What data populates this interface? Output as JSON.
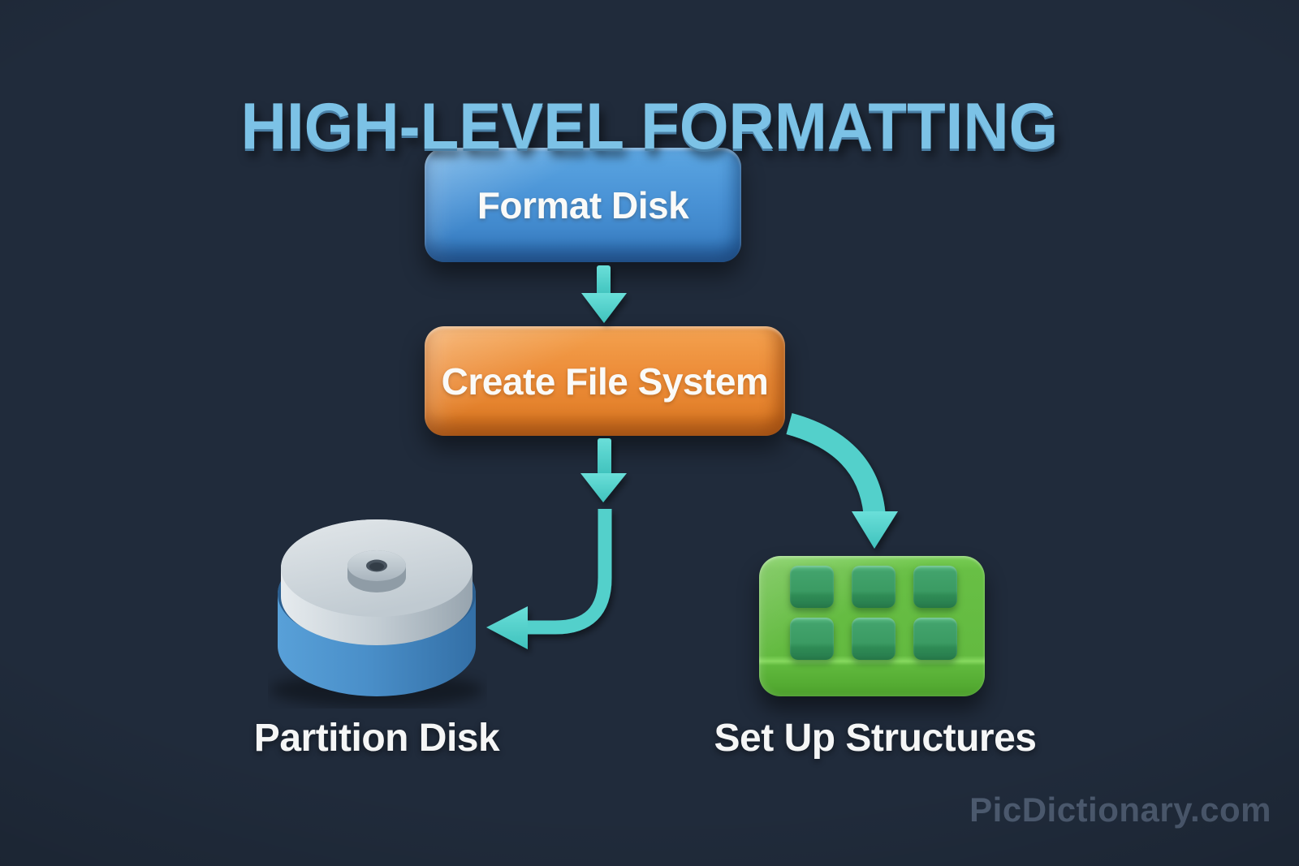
{
  "title": {
    "text": "HIGH-LEVEL FORMATTING"
  },
  "watermark": {
    "text": "PicDictionary.com"
  },
  "nodes": {
    "format_disk": {
      "label": "Format Disk",
      "shape": "3d-keycap",
      "color": "#4a93d6"
    },
    "create_file_system": {
      "label": "Create File System",
      "shape": "3d-keycap",
      "color": "#ec8c38"
    },
    "partition_disk": {
      "label": "Partition Disk",
      "icon": "hard-disk-3d"
    },
    "set_up_structures": {
      "label": "Set Up Structures",
      "icon": "block-grid-3d"
    }
  },
  "connectors": [
    {
      "from": "Format Disk",
      "to": "Create File System",
      "style": "straight-down-arrow",
      "color": "#53d0cb"
    },
    {
      "from": "Create File System",
      "to": "Partition Disk",
      "style": "down-then-elbow-left-arrow",
      "color": "#53d0cb"
    },
    {
      "from": "Create File System",
      "to": "Set Up Structures",
      "style": "curved-right-down-arrow",
      "color": "#53d0cb"
    }
  ],
  "colors": {
    "background": "#202b3b",
    "title_text": "#7cc2e6",
    "arrow_teal": "#53d0cb",
    "block_green": "#66bd43",
    "block_cell_green": "#3b9b63",
    "disk_platter_silver": "#ccd5da",
    "disk_base_blue": "#4a8fc9",
    "label_white": "#f5f6f6",
    "watermark_gray": "#55647a"
  }
}
